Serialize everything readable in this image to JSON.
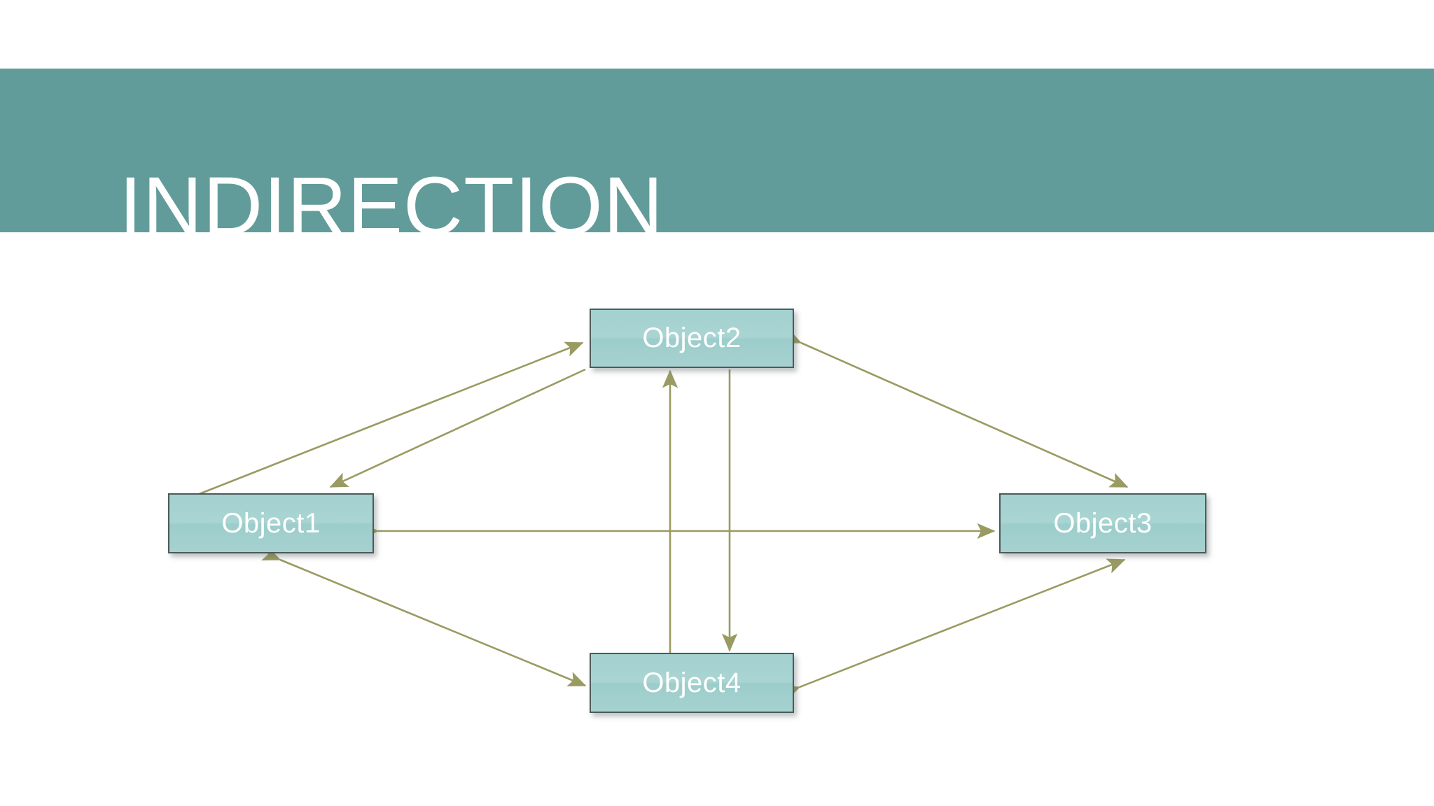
{
  "slide": {
    "title": "INDIRECTION",
    "background_color": "#FFFFFF"
  },
  "banner": {
    "fill_color": "#629C9A",
    "text_color": "#FFFFFF"
  },
  "diagram": {
    "type": "node-link-diagram",
    "node_fill_color": "#A6D2D0",
    "node_border_color": "#4D5A5A",
    "node_label_color": "#FFFFFF",
    "edge_color": "#9A9A63",
    "nodes": [
      {
        "id": "object1",
        "label": "Object1"
      },
      {
        "id": "object2",
        "label": "Object2"
      },
      {
        "id": "object3",
        "label": "Object3"
      },
      {
        "id": "object4",
        "label": "Object4"
      }
    ],
    "edges": [
      {
        "from": "object1",
        "to": "object2",
        "direction": "one-way",
        "note": "lower of the two parallel lines, arrowhead at Object2"
      },
      {
        "from": "object2",
        "to": "object1",
        "direction": "one-way",
        "note": "upper of the two parallel lines, arrowhead at Object1"
      },
      {
        "from": "object2",
        "to": "object3",
        "direction": "two-way"
      },
      {
        "from": "object1",
        "to": "object3",
        "direction": "two-way"
      },
      {
        "from": "object1",
        "to": "object4",
        "direction": "two-way"
      },
      {
        "from": "object3",
        "to": "object4",
        "direction": "two-way"
      },
      {
        "from": "object4",
        "to": "object2",
        "direction": "one-way",
        "note": "left vertical line, arrowhead at Object2"
      },
      {
        "from": "object2",
        "to": "object4",
        "direction": "one-way",
        "note": "right vertical line, arrowhead at Object4"
      }
    ]
  }
}
